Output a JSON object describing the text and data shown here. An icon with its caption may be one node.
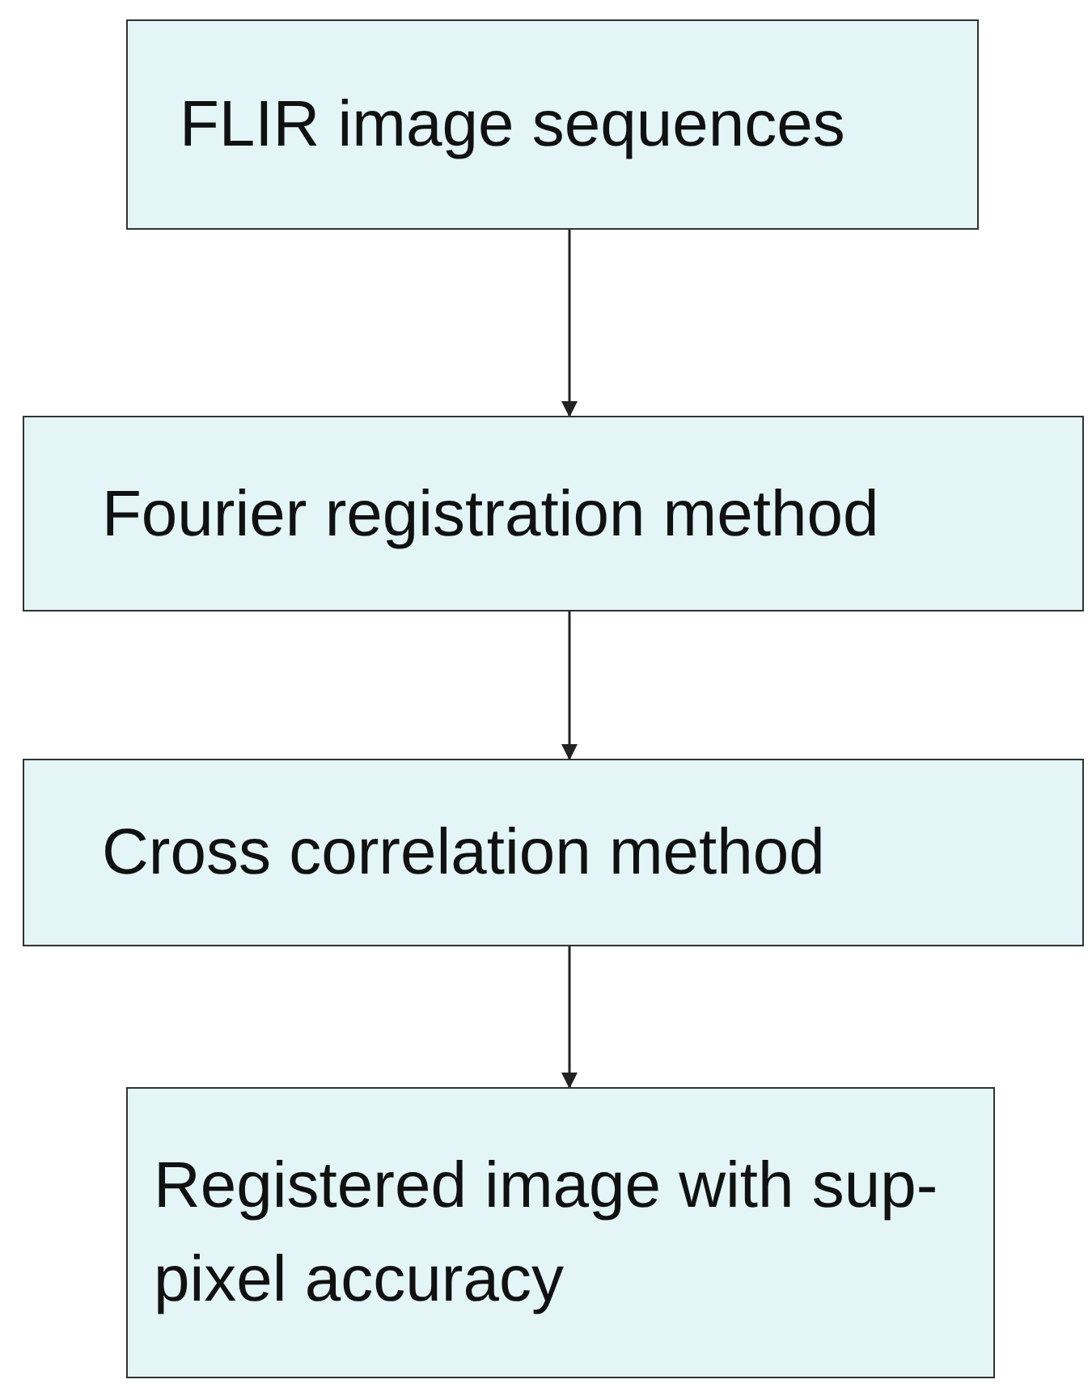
{
  "diagram": {
    "nodes": [
      {
        "text": [
          "FLIR image sequences"
        ]
      },
      {
        "text": [
          "Fourier registration method"
        ]
      },
      {
        "text": [
          "Cross correlation method"
        ]
      },
      {
        "text": [
          "Registered image with sup-pixel accuracy"
        ]
      }
    ],
    "edges": [
      {
        "from": 0,
        "to": 1,
        "arrow": "to"
      },
      {
        "from": 1,
        "to": 2,
        "arrow": "to"
      },
      {
        "from": 2,
        "to": 3,
        "arrow": "to"
      }
    ]
  }
}
